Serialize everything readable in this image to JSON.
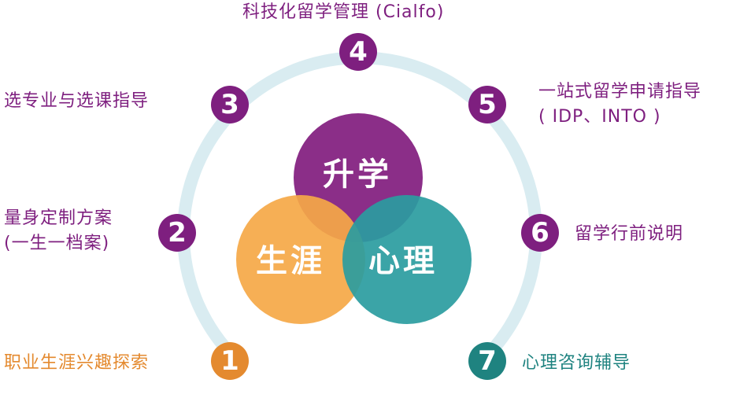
{
  "colors": {
    "ring": "#d9ecf1",
    "purple": "#7e1f7f",
    "orange": "#e48a2f",
    "teal": "#1f8380",
    "circle_career": "#f5a847",
    "circle_study": "#8b2e88",
    "circle_psych": "#2a9ca0"
  },
  "venn": {
    "study": "升学",
    "career": "生涯",
    "psych": "心理"
  },
  "steps": [
    {
      "number": "1",
      "lines": [
        "职业生涯兴趣探索"
      ],
      "color": "orange"
    },
    {
      "number": "2",
      "lines": [
        "量身定制方案",
        "(一生一档案)"
      ],
      "color": "purple"
    },
    {
      "number": "3",
      "lines": [
        "选专业与选课指导"
      ],
      "color": "purple"
    },
    {
      "number": "4",
      "lines": [
        "科技化留学管理 (Cialfo)"
      ],
      "color": "purple"
    },
    {
      "number": "5",
      "lines": [
        "一站式留学申请指导",
        "( IDP、INTO )"
      ],
      "color": "purple"
    },
    {
      "number": "6",
      "lines": [
        "留学行前说明"
      ],
      "color": "purple"
    },
    {
      "number": "7",
      "lines": [
        "心理咨询辅导"
      ],
      "color": "teal"
    }
  ]
}
